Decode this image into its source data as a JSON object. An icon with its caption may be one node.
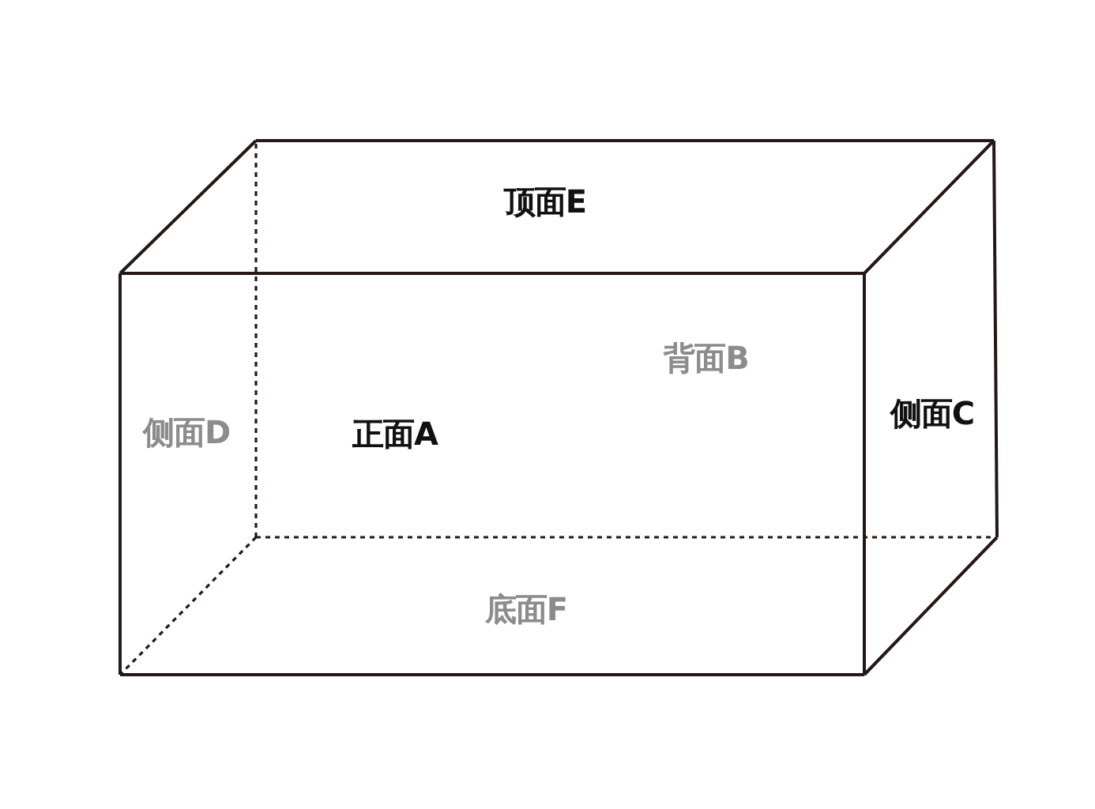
{
  "diagram": {
    "labels": [
      "顶面E",
      "背面B",
      "侧面D",
      "正面A",
      "侧面C",
      "底面F"
    ]
  }
}
